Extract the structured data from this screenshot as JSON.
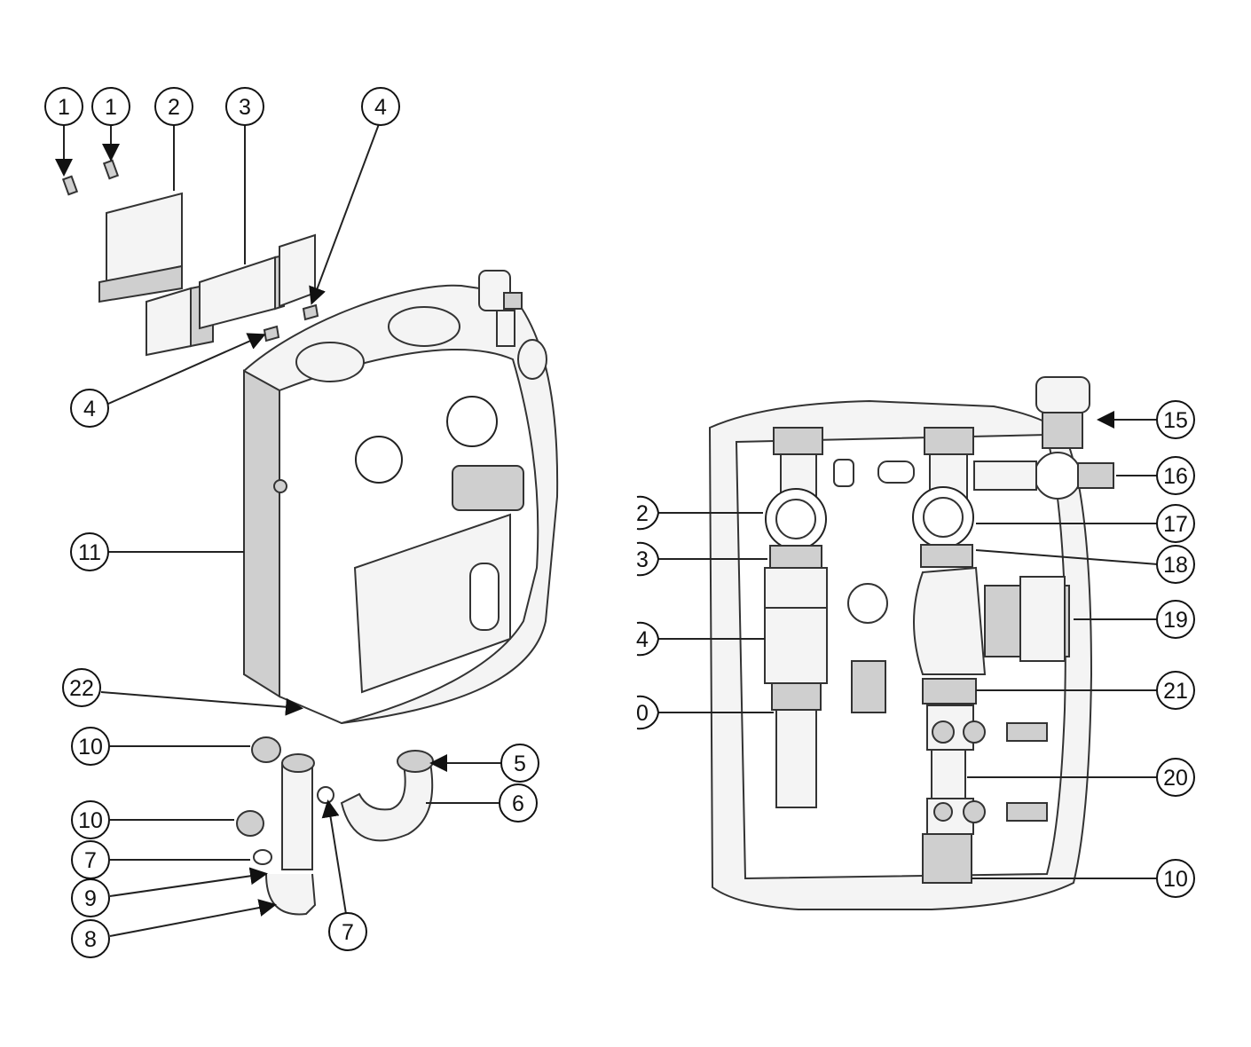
{
  "callouts": {
    "c1a": "1",
    "c1b": "1",
    "c2": "2",
    "c3": "3",
    "c4a": "4",
    "c4b": "4",
    "c11": "11",
    "c22": "22",
    "c10a": "10",
    "c10b": "10",
    "c7a": "7",
    "c9": "9",
    "c8": "8",
    "c7b": "7",
    "c5": "5",
    "c6": "6",
    "r15": "15",
    "r16": "16",
    "r17": "17",
    "r18": "18",
    "r19": "19",
    "r21": "21",
    "r20": "20",
    "r10": "10",
    "l12": "2",
    "l13": "3",
    "l14": "4",
    "l10": "0"
  },
  "colors": {
    "line": "#222222",
    "part_fill": "#f4f4f4",
    "part_shade": "#cfcfcf",
    "background": "#ffffff"
  }
}
